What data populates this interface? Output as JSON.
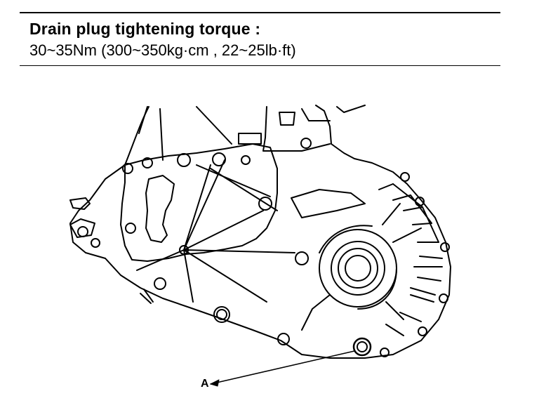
{
  "spec": {
    "title": "Drain plug tightening torque :",
    "value": "30~35Nm (300~350kg·cm , 22~25lb·ft)"
  },
  "figure": {
    "callout_label": "A"
  }
}
